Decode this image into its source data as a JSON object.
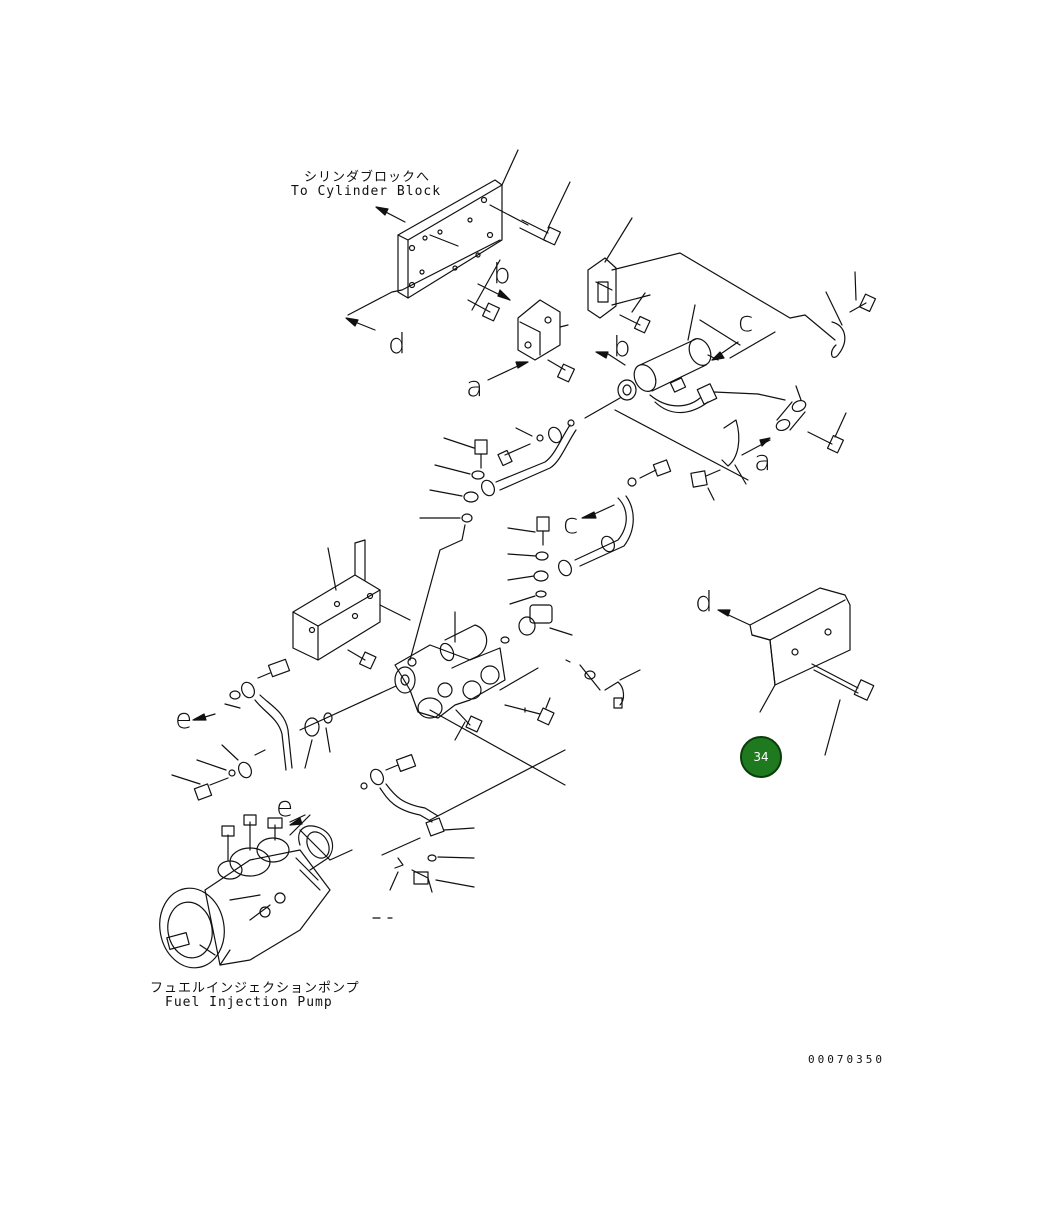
{
  "labels": {
    "to_cylinder_block_jp": "シリンダブロックへ",
    "to_cylinder_block_en": "To Cylinder Block",
    "fuel_pump_jp": "フュエルインジェクションポンプ",
    "fuel_pump_en": "Fuel Injection Pump",
    "view_a_1": "a",
    "view_a_2": "a",
    "view_b_1": "b",
    "view_b_2": "b",
    "view_c_1": "c",
    "view_c_2": "c",
    "view_d_1": "d",
    "view_d_2": "d",
    "view_e_1": "e",
    "view_e_2": "e"
  },
  "document_number": "00070350",
  "page_badge": "34",
  "colors": {
    "badge_fill": "#1f7a1f",
    "line": "#111111"
  }
}
